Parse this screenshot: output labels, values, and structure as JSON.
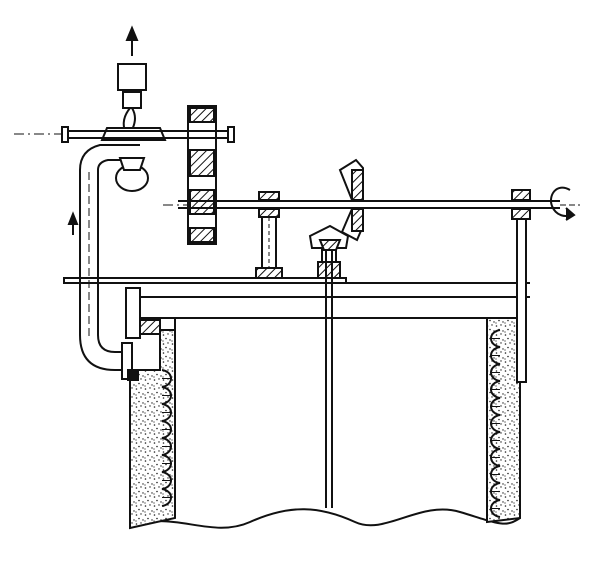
{
  "figure": {
    "kind": "mechanical cross-section drawing",
    "colors": {
      "ink": "#111111",
      "paper": "#ffffff",
      "hatch": "#111111",
      "stipple": "#222222"
    },
    "arrows": [
      {
        "name": "up-arrow-top",
        "direction": "up"
      },
      {
        "name": "up-arrow-left-pipe",
        "direction": "up"
      }
    ],
    "rotation_symbol": {
      "name": "rotation-arrow-icon",
      "direction": "rotation"
    }
  }
}
